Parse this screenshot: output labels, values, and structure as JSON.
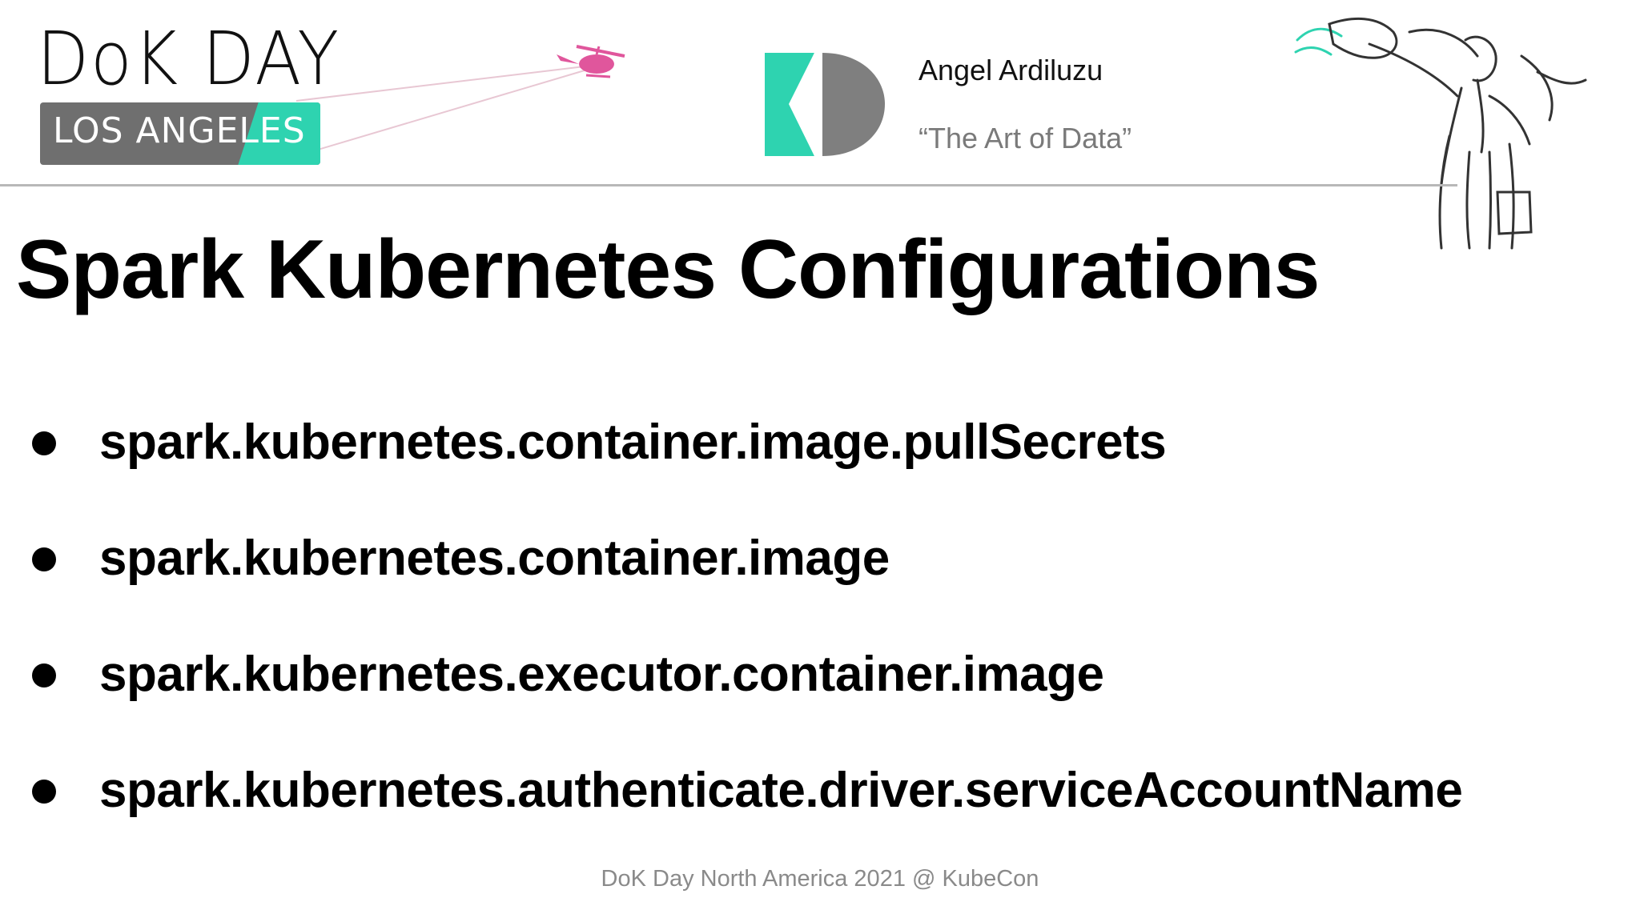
{
  "header": {
    "logo": {
      "title": "DoK DAY",
      "badge": "LOS ANGELES",
      "accent_color": "#2ed3b0",
      "badge_color": "#6f6f6f",
      "icon": "helicopter-icon"
    },
    "speaker_name": "Angel Ardiluzu",
    "talk_title": "“The Art of Data”",
    "brand_mark": "kd-logo-icon",
    "illustration": "sketch-figure-pouring-icon"
  },
  "slide": {
    "title": "Spark Kubernetes Configurations",
    "bullets": [
      "spark.kubernetes.container.image.pullSecrets",
      "spark.kubernetes.container.image",
      "spark.kubernetes.executor.container.image",
      "spark.kubernetes.authenticate.driver.serviceAccountName"
    ]
  },
  "footer": {
    "text": "DoK Day North America 2021 @ KubeCon"
  }
}
